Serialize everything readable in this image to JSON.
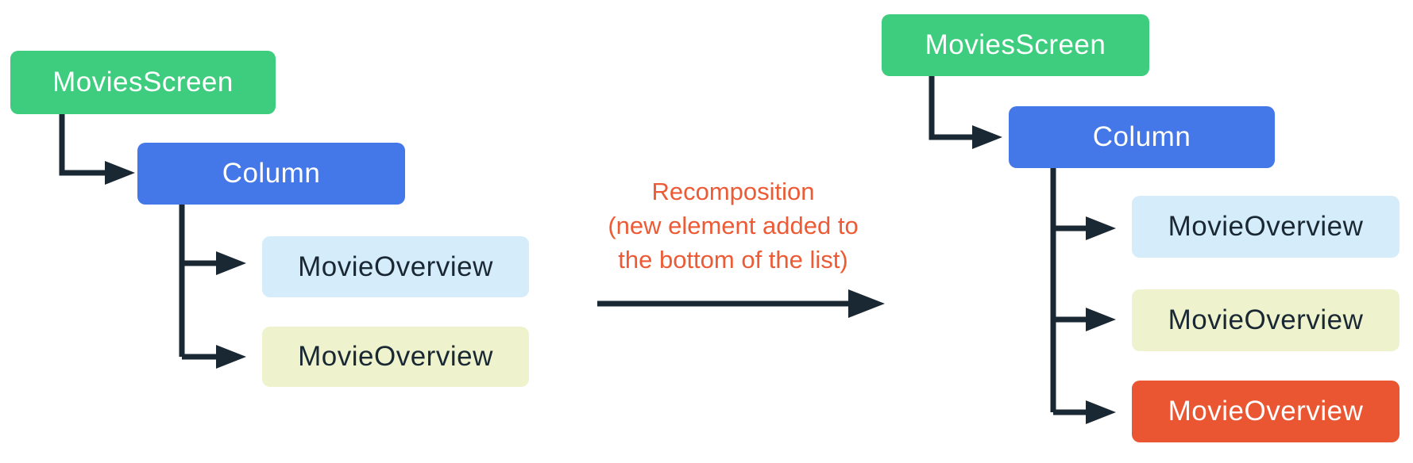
{
  "colors": {
    "connector": "#1A2833",
    "annotation": "#EC5B35"
  },
  "left_tree": {
    "nodes": [
      {
        "label": "MoviesScreen",
        "bg": "#3ECD7E",
        "fg": "#FFFFFF"
      },
      {
        "label": "Column",
        "bg": "#4478E8",
        "fg": "#FFFFFF"
      },
      {
        "label": "MovieOverview",
        "bg": "#D5ECFA",
        "fg": "#1A2833"
      },
      {
        "label": "MovieOverview",
        "bg": "#EEF3CE",
        "fg": "#1A2833"
      }
    ]
  },
  "right_tree": {
    "nodes": [
      {
        "label": "MoviesScreen",
        "bg": "#3ECD7E",
        "fg": "#FFFFFF"
      },
      {
        "label": "Column",
        "bg": "#4478E8",
        "fg": "#FFFFFF"
      },
      {
        "label": "MovieOverview",
        "bg": "#D5ECFA",
        "fg": "#1A2833"
      },
      {
        "label": "MovieOverview",
        "bg": "#EEF3CE",
        "fg": "#1A2833"
      },
      {
        "label": "MovieOverview",
        "bg": "#EA5532",
        "fg": "#FFFFFF"
      }
    ]
  },
  "annotation": {
    "lines": [
      "Recomposition",
      "(new element added to",
      "the bottom of the list)"
    ]
  }
}
